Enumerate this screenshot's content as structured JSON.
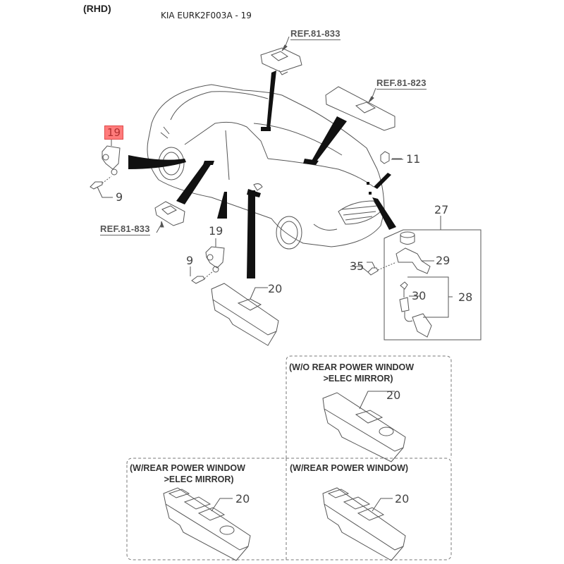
{
  "header": {
    "drive": "(RHD)",
    "title": "KIA EURK2F003A - 19"
  },
  "highlight_color": "#ff7b7b",
  "references": [
    {
      "id": "ref-top",
      "label": "REF.81-833"
    },
    {
      "id": "ref-right",
      "label": "REF.81-823"
    },
    {
      "id": "ref-left",
      "label": "REF.81-833"
    }
  ],
  "callouts": {
    "part_19_highlighted": "19",
    "part_9_left": "9",
    "part_11": "11",
    "part_27": "27",
    "part_29": "29",
    "part_35": "35",
    "part_30": "30",
    "part_28": "28",
    "part_19_lower": "19",
    "part_9_lower": "9",
    "part_20_main": "20"
  },
  "variants": [
    {
      "title": "(W/O REAR POWER WINDOW\n              >ELEC MIRROR)",
      "part": "20"
    },
    {
      "title": "(W/REAR POWER WINDOW\n              >ELEC MIRROR)",
      "part": "20"
    },
    {
      "title": "(W/REAR POWER WINDOW)",
      "part": "20"
    }
  ]
}
